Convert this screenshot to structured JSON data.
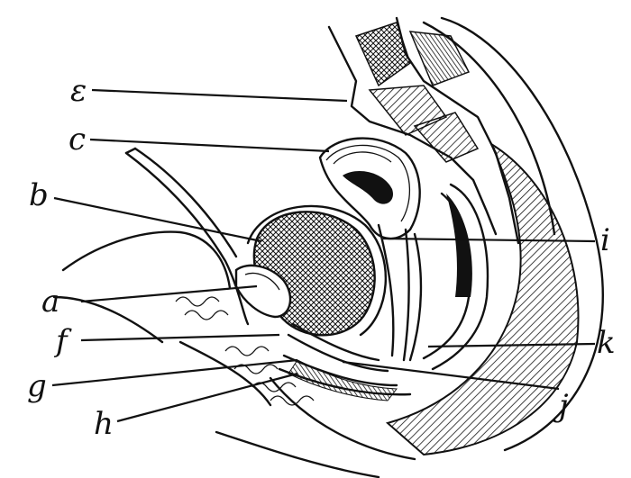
{
  "figure": {
    "labels": {
      "e": "ε",
      "c": "c",
      "b": "b",
      "a": "a",
      "f": "f",
      "g": "g",
      "h": "h",
      "i": "i",
      "k": "k",
      "j": "j"
    }
  }
}
